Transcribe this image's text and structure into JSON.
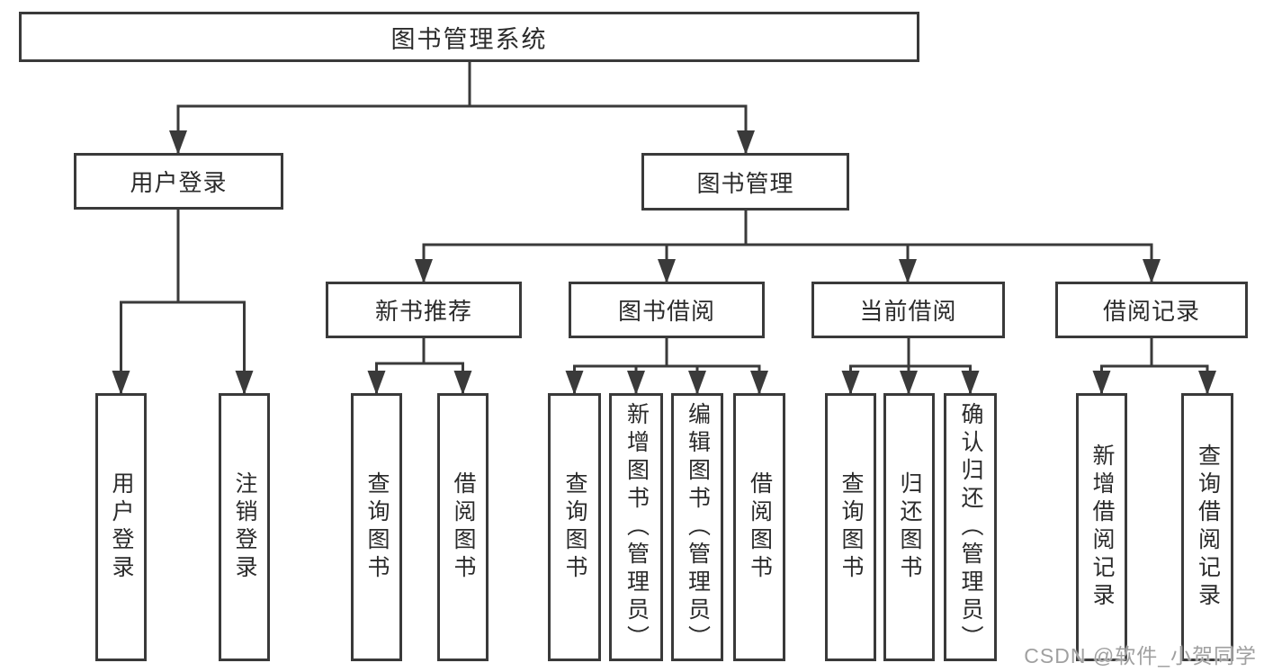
{
  "title": "图书管理系统",
  "colors": {
    "background": "#ffffff",
    "box_fill": "#ffffff",
    "box_border": "#3a3a3a",
    "line": "#3a3a3a",
    "text": "#2b2b2b",
    "watermark": "#a0a0a0"
  },
  "watermark": {
    "text": "CSDN @软件_小贺同学"
  },
  "nodes": {
    "root": {
      "label": "图书管理系统"
    },
    "user_login": {
      "label": "用户登录"
    },
    "book_mgmt": {
      "label": "图书管理"
    },
    "new_book_rec": {
      "label": "新书推荐"
    },
    "book_borrow": {
      "label": "图书借阅"
    },
    "current_borrow": {
      "label": "当前借阅"
    },
    "borrow_records": {
      "label": "借阅记录"
    },
    "login_user": {
      "label": "用户登录"
    },
    "login_logout": {
      "label": "注销登录"
    },
    "rec_query": {
      "label": "查询图书"
    },
    "rec_borrow": {
      "label": "借阅图书"
    },
    "bb_query": {
      "label": "查询图书"
    },
    "bb_add": {
      "label": "新增图书（管理员）"
    },
    "bb_edit": {
      "label": "编辑图书（管理员）"
    },
    "bb_borrow": {
      "label": "借阅图书"
    },
    "cb_query": {
      "label": "查询图书"
    },
    "cb_return": {
      "label": "归还图书"
    },
    "cb_confirm": {
      "label": "确认归还（管理员）"
    },
    "br_add": {
      "label": "新增借阅记录"
    },
    "br_query": {
      "label": "查询借阅记录"
    }
  },
  "hierarchy": {
    "图书管理系统": {
      "用户登录": [
        "用户登录",
        "注销登录"
      ],
      "图书管理": {
        "新书推荐": [
          "查询图书",
          "借阅图书"
        ],
        "图书借阅": [
          "查询图书",
          "新增图书（管理员）",
          "编辑图书（管理员）",
          "借阅图书"
        ],
        "当前借阅": [
          "查询图书",
          "归还图书",
          "确认归还（管理员）"
        ],
        "借阅记录": [
          "新增借阅记录",
          "查询借阅记录"
        ]
      }
    }
  }
}
